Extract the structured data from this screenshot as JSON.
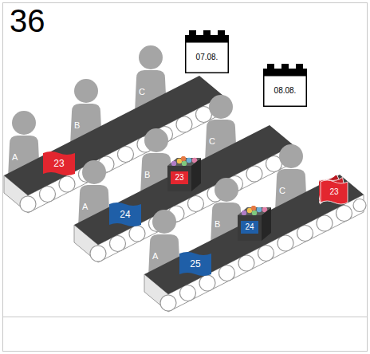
{
  "diagram": {
    "nodes": [
      {
        "text": [
          "07.08."
        ]
      },
      {
        "text": [
          "08.08."
        ]
      },
      {
        "text": [
          "23"
        ]
      },
      {
        "text": [
          "23"
        ]
      },
      {
        "text": [
          "23"
        ]
      },
      {
        "text": [
          "24"
        ]
      },
      {
        "text": [
          "24"
        ]
      },
      {
        "text": [
          "25"
        ]
      }
    ],
    "labels": [
      "36",
      "A",
      "B",
      "C",
      "A",
      "B",
      "C",
      "A",
      "B",
      "C"
    ]
  }
}
